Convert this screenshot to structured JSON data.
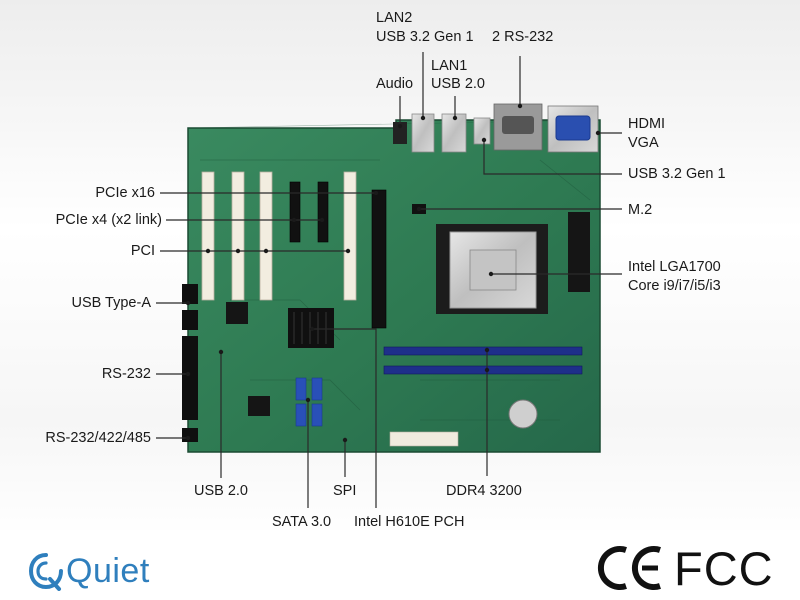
{
  "labels": {
    "lan2": "LAN2",
    "usb_32_gen1_top": "USB 3.2 Gen 1",
    "rs232_2": "2 RS-232",
    "audio": "Audio",
    "lan1": "LAN1",
    "usb_20_top": "USB 2.0",
    "hdmi": "HDMI",
    "vga": "VGA",
    "usb_32_gen1_right": "USB 3.2 Gen 1",
    "m2": "M.2",
    "cpu_socket": "Intel LGA1700",
    "cpu_family": "Core i9/i7/i5/i3",
    "pcie_x16": "PCIe x16",
    "pcie_x4": "PCIe x4 (x2 link)",
    "pci": "PCI",
    "usb_type_a": "USB Type-A",
    "rs232": "RS-232",
    "rs232_422_485": "RS-232/422/485",
    "usb_20_bottom": "USB 2.0",
    "sata": "SATA 3.0",
    "spi": "SPI",
    "pch": "Intel H610E PCH",
    "ddr4": "DDR4 3200"
  },
  "footer": {
    "brand": "Quiet",
    "cert_fcc": "FCC",
    "cert_ce": "CE"
  },
  "colors": {
    "pcb": "#2e7a52",
    "pcb_dark": "#1f5a3c",
    "leader": "#2a2a2a",
    "brand": "#2f7fbd",
    "dimm": "#1e2f8a",
    "vga": "#2a4fb0"
  }
}
